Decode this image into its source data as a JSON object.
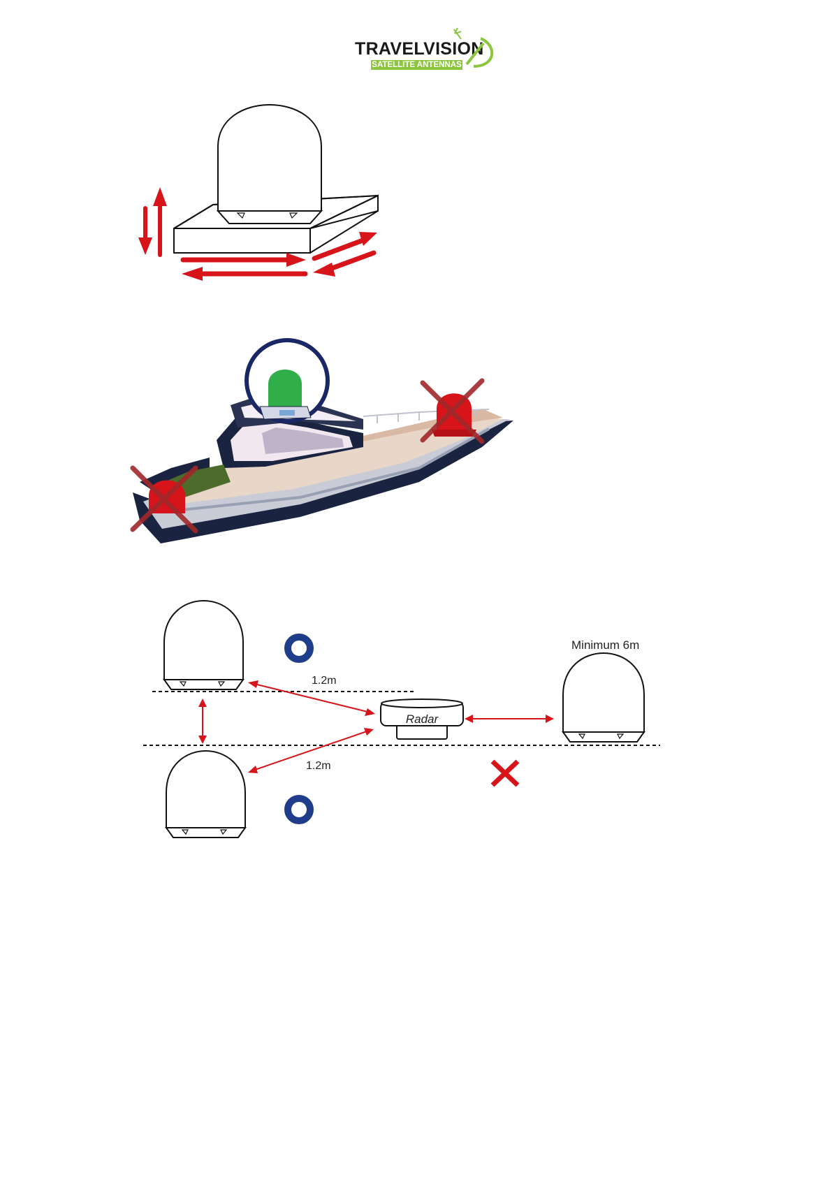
{
  "logo": {
    "name": "TRAVELVISION",
    "tagline": "SATELLITE ANTENNAS",
    "colors": {
      "text": "#1a1a1a",
      "accent": "#8cc63f"
    }
  },
  "placement": {
    "distance_top": "1.2m",
    "distance_bottom": "1.2m",
    "radar_label": "Radar",
    "minimum_label": "Minimum 6m"
  },
  "colors": {
    "arrow_red": "#d7141a",
    "ok_blue": "#1f3d8a",
    "bad_dome": "#d7141a",
    "good_dome": "#2fae4a",
    "cross": "#a0282a"
  }
}
